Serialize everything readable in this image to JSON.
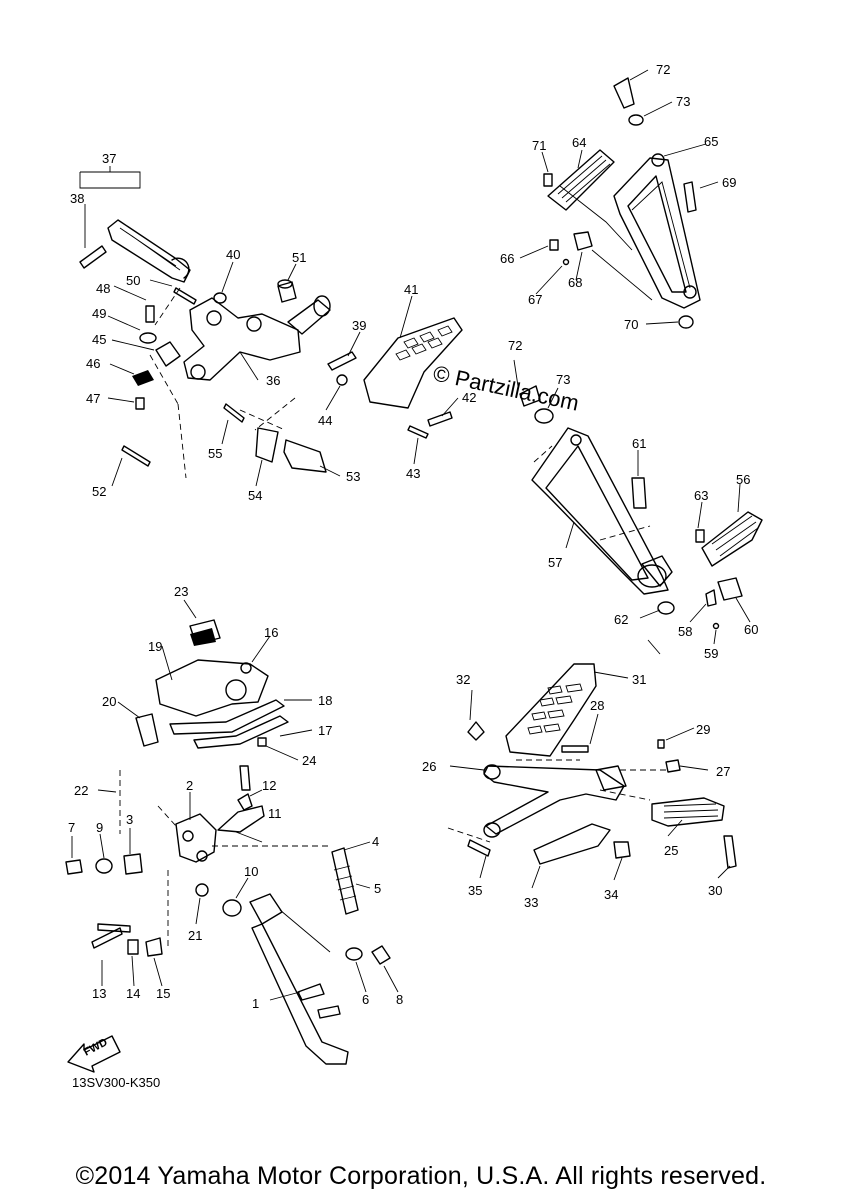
{
  "diagram": {
    "part_numbers": [
      "1",
      "2",
      "3",
      "4",
      "5",
      "6",
      "7",
      "8",
      "9",
      "10",
      "11",
      "12",
      "13",
      "14",
      "15",
      "16",
      "17",
      "18",
      "19",
      "20",
      "21",
      "22",
      "23",
      "24",
      "25",
      "26",
      "27",
      "28",
      "29",
      "30",
      "31",
      "32",
      "33",
      "34",
      "35",
      "36",
      "37",
      "38",
      "39",
      "40",
      "41",
      "42",
      "43",
      "44",
      "45",
      "46",
      "47",
      "48",
      "49",
      "50",
      "51",
      "52",
      "53",
      "54",
      "55",
      "56",
      "57",
      "58",
      "59",
      "60",
      "61",
      "62",
      "63",
      "64",
      "65",
      "66",
      "67",
      "68",
      "69",
      "70",
      "71",
      "72",
      "73"
    ],
    "second_72": "72",
    "second_73": "73",
    "fwd_label": "FWD",
    "watermark": "© Partzilla.com",
    "drawing_code": "13SV300-K350",
    "copyright": "©2014 Yamaha Motor Corporation, U.S.A. All rights reserved."
  }
}
